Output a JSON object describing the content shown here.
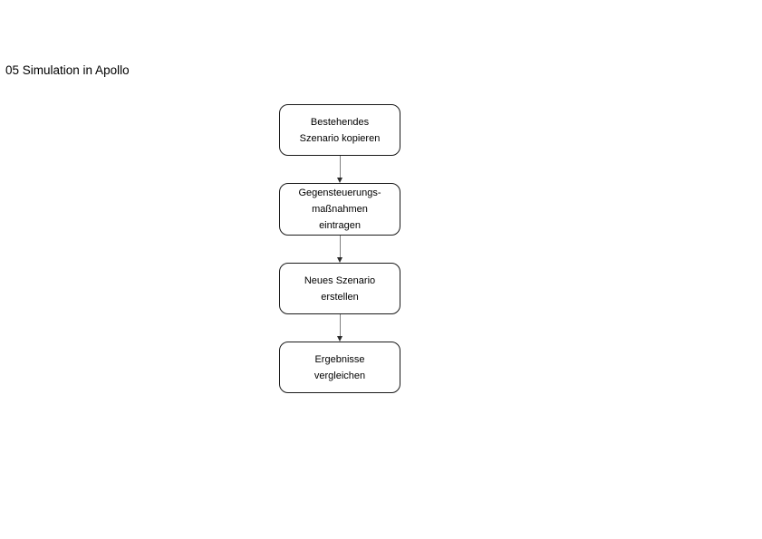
{
  "page": {
    "title": "05 Simulation in Apollo"
  },
  "flowchart": {
    "direction": "top-to-bottom",
    "nodes": [
      {
        "label": "Bestehendes\nSzenario kopieren"
      },
      {
        "label": "Gegensteuerungs-\nmaßnahmen\neintragen"
      },
      {
        "label": "Neues Szenario\nerstellen"
      },
      {
        "label": "Ergebnisse\nvergleichen"
      }
    ],
    "connectors": [
      {
        "from": 0,
        "to": 1,
        "style": "arrow-down"
      },
      {
        "from": 1,
        "to": 2,
        "style": "arrow-down"
      },
      {
        "from": 2,
        "to": 3,
        "style": "arrow-down"
      }
    ],
    "colors": {
      "background": "#ffffff",
      "node_fill": "#ffffff",
      "node_border": "#1a1a1a",
      "connector_line": "#7f7f7f",
      "connector_head": "#2b2b2b",
      "text": "#000000"
    }
  }
}
